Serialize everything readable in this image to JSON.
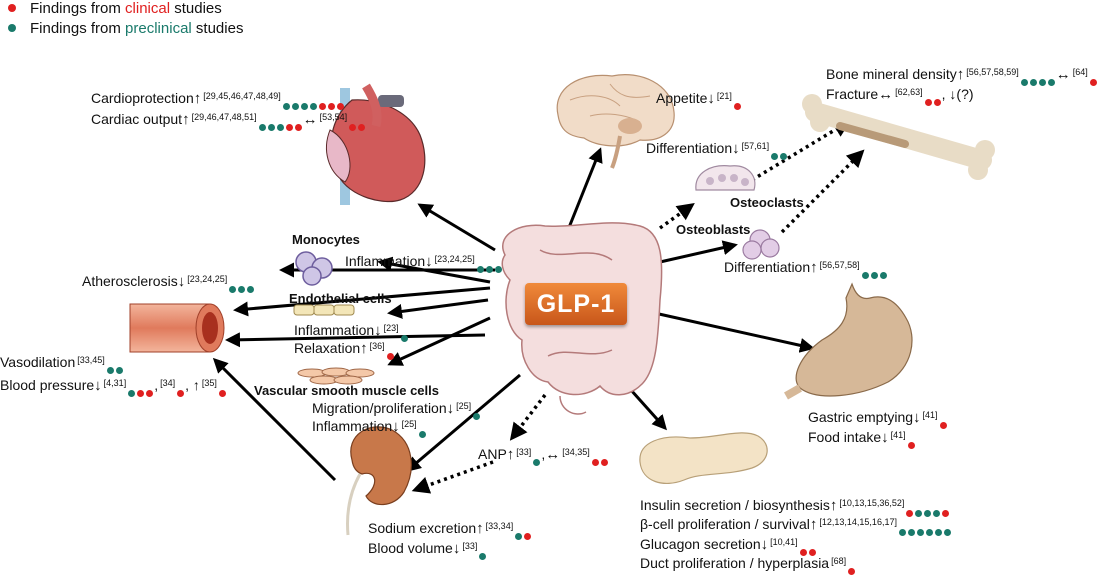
{
  "legend": {
    "clinical_prefix": "Findings from ",
    "clinical_word": "clinical",
    "clinical_suffix": " studies",
    "preclinical_prefix": "Findings from ",
    "preclinical_word": "preclinical",
    "preclinical_suffix": " studies"
  },
  "center": "GLP-1",
  "colors": {
    "clinical": "#e02020",
    "preclinical": "#1a7a6b",
    "hub": "#d9681f"
  },
  "icons": [
    "heart-icon",
    "brain-icon",
    "bone-icon",
    "osteoclast-icon",
    "osteoblast-icon",
    "monocyte-icon",
    "endothelial-cell-icon",
    "smooth-muscle-cell-icon",
    "blood-vessel-icon",
    "kidney-icon",
    "intestine-icon",
    "stomach-icon",
    "pancreas-icon"
  ],
  "findings": [
    {
      "id": "cardioprotection",
      "text": "Cardioprotection",
      "arrow": "↑",
      "ref": "[29,45,46,47,48,49]",
      "dots": "pppprrr"
    },
    {
      "id": "cardiac-output",
      "text": "Cardiac output",
      "arrow": "↑",
      "ref": "[29,46,47,48,51]",
      "dots": "ppprr",
      "arrow2": "↔",
      "ref2": "[53,54]",
      "dots2": "rr"
    },
    {
      "id": "appetite",
      "text": "Appetite",
      "arrow": "↓",
      "ref": "[21]",
      "dots": "r"
    },
    {
      "id": "differentiation-oc",
      "text": "Differentiation",
      "arrow": "↓",
      "ref": "[57,61]",
      "dots": "pp"
    },
    {
      "id": "bmd",
      "text": "Bone mineral density",
      "arrow": "↑",
      "ref": "[56,57,58,59]",
      "dots": "pppp",
      "arrow2": "↔",
      "ref2": "[64]",
      "dots2": "r"
    },
    {
      "id": "fracture",
      "text": "Fracture",
      "arrow": "↔",
      "ref": "[62,63]",
      "dots": "rr",
      "tail": ", ↓(?)"
    },
    {
      "id": "differentiation-ob",
      "text": "Differentiation",
      "arrow": "↑",
      "ref": "[56,57,58]",
      "dots": "ppp"
    },
    {
      "id": "monocyte-inflammation",
      "text": "Inflammation",
      "arrow": "↓",
      "ref": "[23,24,25]",
      "dots": "ppp"
    },
    {
      "id": "atherosclerosis",
      "text": "Atherosclerosis",
      "arrow": "↓",
      "ref": "[23,24,25]",
      "dots": "ppp"
    },
    {
      "id": "endo-inflammation",
      "text": "Inflammation",
      "arrow": "↓",
      "ref": "[23]",
      "dots": "p"
    },
    {
      "id": "relaxation",
      "text": "Relaxation",
      "arrow": "↑",
      "ref": "[36]",
      "dots": "r"
    },
    {
      "id": "vasodilation",
      "text": "Vasodilation",
      "arrow": "",
      "ref": "[33,45]",
      "dots": "pp"
    },
    {
      "id": "blood-pressure",
      "text": "Blood pressure",
      "arrow": "↓",
      "ref": "[4,31]",
      "dots": "prr",
      "mid": ",",
      "ref2": "[34]",
      "dots2": "r",
      "tail2": ", ↑",
      "ref3": "[35]",
      "dots3": "r"
    },
    {
      "id": "migration",
      "text": "Migration/proliferation",
      "arrow": "↓",
      "ref": "[25]",
      "dots": "p"
    },
    {
      "id": "vsmc-inflammation",
      "text": "Inflammation",
      "arrow": "↓",
      "ref": "[25]",
      "dots": "p"
    },
    {
      "id": "anp",
      "text": "ANP",
      "arrow": "↑",
      "ref": "[33]",
      "dots": "p",
      "mid": ",",
      "arrow2": "↔",
      "ref2": "[34,35]",
      "dots2": "rr"
    },
    {
      "id": "sodium-excretion",
      "text": "Sodium excretion",
      "arrow": "↑",
      "ref": "[33,34]",
      "dots": "pr"
    },
    {
      "id": "blood-volume",
      "text": "Blood volume",
      "arrow": "↓",
      "ref": "[33]",
      "dots": "p"
    },
    {
      "id": "gastric-emptying",
      "text": "Gastric emptying",
      "arrow": "↓",
      "ref": "[41]",
      "dots": "r"
    },
    {
      "id": "food-intake",
      "text": "Food intake",
      "arrow": "↓",
      "ref": "[41]",
      "dots": "r"
    },
    {
      "id": "insulin",
      "text": "Insulin secretion / biosynthesis",
      "arrow": "↑",
      "ref": "[10,13,15,36,52]",
      "dots": "rpppr"
    },
    {
      "id": "beta-cell",
      "text": "β-cell proliferation / survival",
      "arrow": "↑",
      "ref": "[12,13,14,15,16,17]",
      "dots": "pppppp"
    },
    {
      "id": "glucagon",
      "text": "Glucagon secretion",
      "arrow": "↓",
      "ref": "[10,41]",
      "dots": "rr"
    },
    {
      "id": "duct",
      "text": "Duct proliferation / hyperplasia",
      "arrow": "",
      "ref": "[68]",
      "dots": "r"
    }
  ],
  "labels": [
    {
      "id": "monocytes",
      "text": "Monocytes"
    },
    {
      "id": "endothelial-cells",
      "text": "Endothelial cells"
    },
    {
      "id": "vsmc",
      "text": "Vascular smooth muscle cells"
    },
    {
      "id": "osteoclasts",
      "text": "Osteoclasts"
    },
    {
      "id": "osteoblasts",
      "text": "Osteoblasts"
    }
  ]
}
